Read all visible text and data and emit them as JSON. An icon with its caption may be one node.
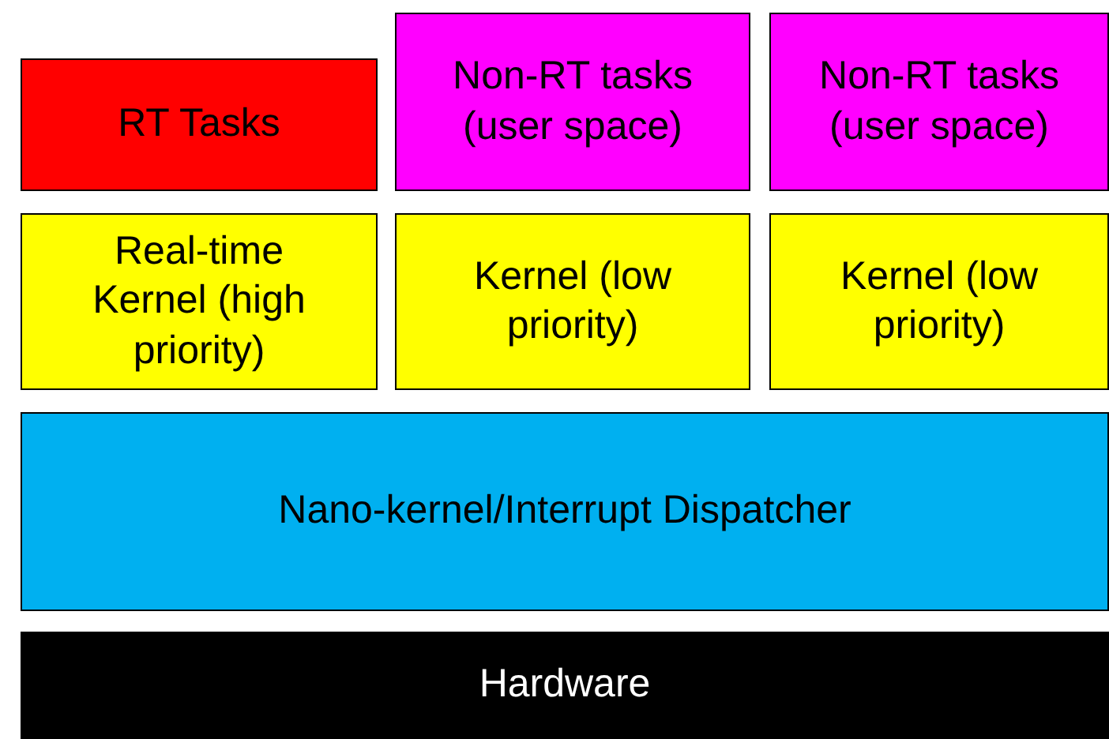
{
  "diagram": {
    "nodes": [
      {
        "text": [
          "RT Tasks"
        ]
      },
      {
        "text": [
          "Non-RT tasks (user space)"
        ]
      },
      {
        "text": [
          "Non-RT tasks (user space)"
        ]
      },
      {
        "text": [
          "Real-time Kernel (high priority)"
        ]
      },
      {
        "text": [
          "Kernel (low priority)"
        ]
      },
      {
        "text": [
          "Kernel (low priority)"
        ]
      },
      {
        "text": [
          "Nano-kernel/Interrupt Dispatcher"
        ]
      },
      {
        "text": [
          "Hardware"
        ]
      }
    ]
  }
}
